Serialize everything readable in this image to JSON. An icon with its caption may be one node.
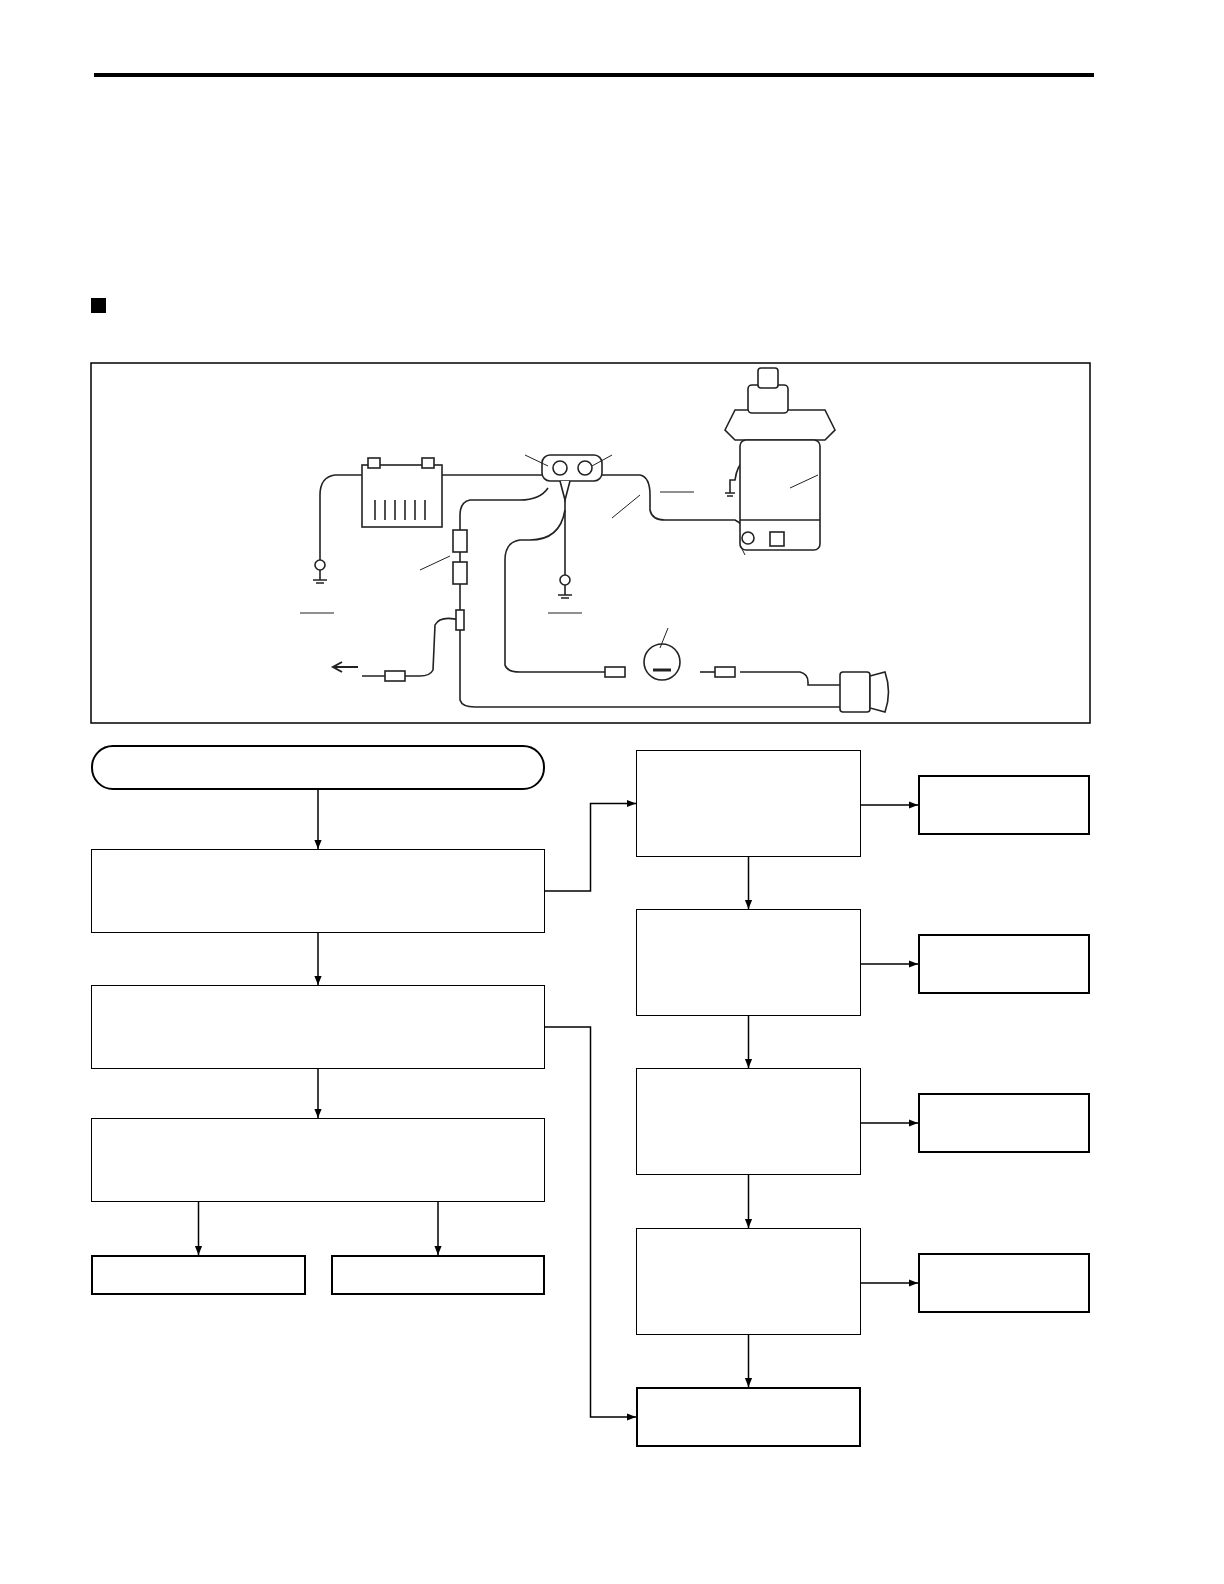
{
  "diagram": {
    "nodes": [
      {
        "text": [],
        "shape": "rounded"
      },
      {
        "text": [],
        "shape": "box"
      },
      {
        "text": [],
        "shape": "box"
      },
      {
        "text": [],
        "shape": "box"
      },
      {
        "text": [],
        "shape": "box"
      },
      {
        "text": [],
        "shape": "box"
      },
      {
        "text": [],
        "shape": "box"
      },
      {
        "text": [],
        "shape": "box"
      },
      {
        "text": [],
        "shape": "box"
      },
      {
        "text": [],
        "shape": "box"
      },
      {
        "text": [],
        "shape": "box"
      },
      {
        "text": [],
        "shape": "box"
      },
      {
        "text": [],
        "shape": "box"
      },
      {
        "text": [],
        "shape": "box"
      },
      {
        "text": [],
        "shape": "box"
      }
    ],
    "edges": [
      {
        "from": 0,
        "to": 1,
        "arrow": "to"
      },
      {
        "from": 1,
        "to": 2,
        "arrow": "to"
      },
      {
        "from": 2,
        "to": 3,
        "arrow": "to"
      },
      {
        "from": 3,
        "to": 4,
        "arrow": "to"
      },
      {
        "from": 3,
        "to": 5,
        "arrow": "to"
      },
      {
        "from": 1,
        "to": 6,
        "arrow": "to"
      },
      {
        "from": 2,
        "to": 14,
        "arrow": "to"
      },
      {
        "from": 6,
        "to": 7,
        "arrow": "to"
      },
      {
        "from": 6,
        "to": 8,
        "arrow": "to"
      },
      {
        "from": 8,
        "to": 9,
        "arrow": "to"
      },
      {
        "from": 8,
        "to": 10,
        "arrow": "to"
      },
      {
        "from": 10,
        "to": 11,
        "arrow": "to"
      },
      {
        "from": 10,
        "to": 12,
        "arrow": "to"
      },
      {
        "from": 12,
        "to": 13,
        "arrow": "to"
      },
      {
        "from": 12,
        "to": 14,
        "arrow": "to"
      }
    ]
  }
}
